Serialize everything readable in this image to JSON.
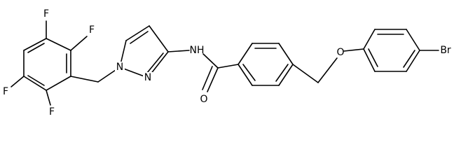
{
  "molecule": {
    "atoms": {
      "f_top_left": "F",
      "f_top_right": "F",
      "f_left": "F",
      "f_bottom": "F",
      "n1": "N",
      "n2": "N",
      "nh": "NH",
      "o_carbonyl": "O",
      "o_ether": "O",
      "br": "Br"
    },
    "colors": {
      "bond": "#000000",
      "text": "#000000",
      "background": "#ffffff"
    }
  }
}
